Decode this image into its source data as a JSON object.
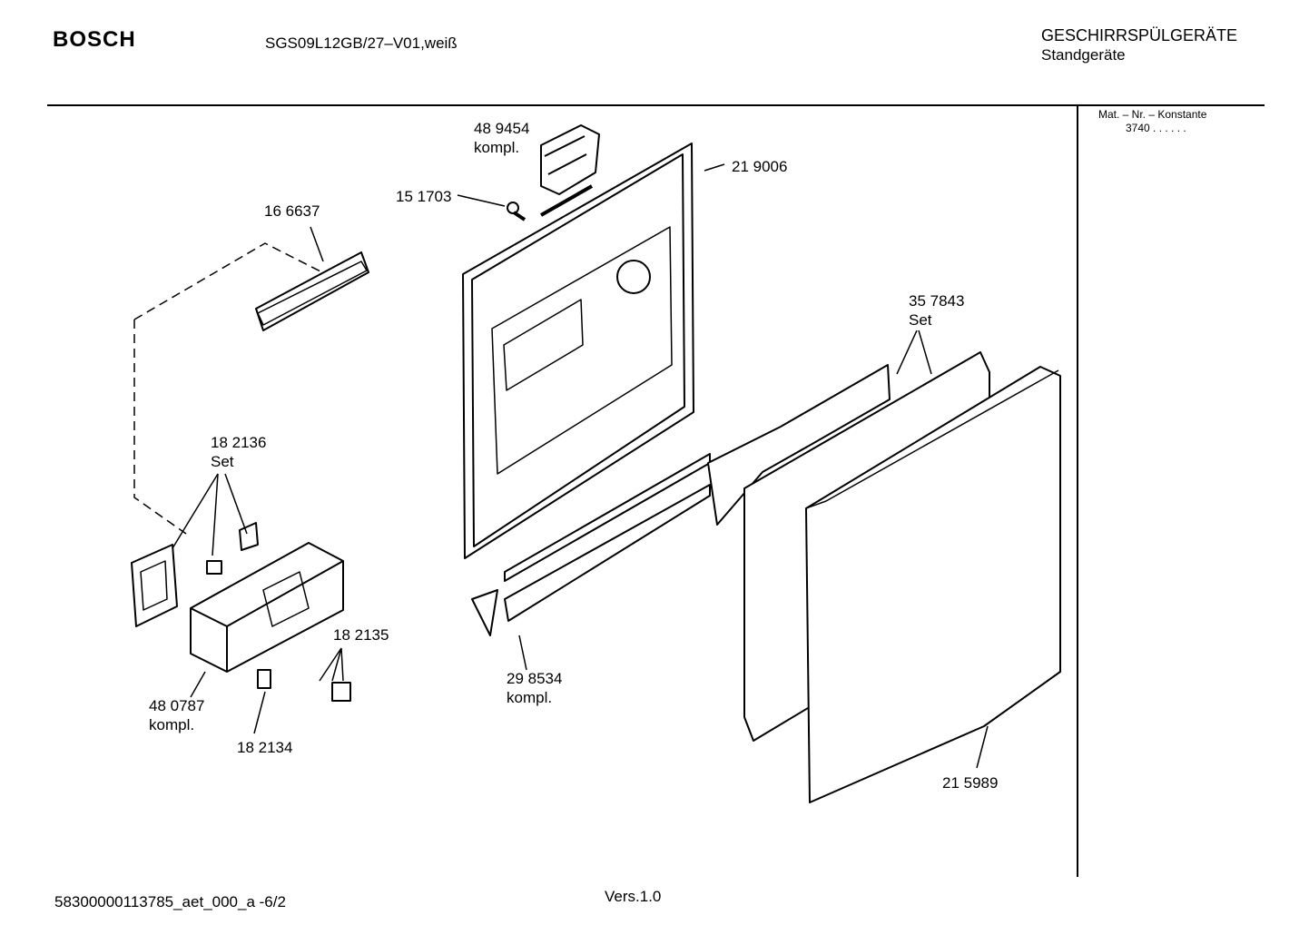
{
  "header": {
    "brand": "BOSCH",
    "model": "SGS09L12GB/27–V01,weiß",
    "category": "GESCHIRRSPÜLGERÄTE",
    "subcategory": "Standgeräte"
  },
  "side_panel": {
    "mat_nr_label": "Mat. – Nr. – Konstante",
    "mat_nr_value": "3740  .  .  .  .  .  ."
  },
  "parts": [
    {
      "number": "48 9454",
      "note": "kompl."
    },
    {
      "number": "21 9006",
      "note": ""
    },
    {
      "number": "15 1703",
      "note": ""
    },
    {
      "number": "16 6637",
      "note": ""
    },
    {
      "number": "35 7843",
      "note": "Set"
    },
    {
      "number": "18 2136",
      "note": "Set"
    },
    {
      "number": "18 2135",
      "note": ""
    },
    {
      "number": "29 8534",
      "note": "kompl."
    },
    {
      "number": "48 0787",
      "note": "kompl."
    },
    {
      "number": "18 2134",
      "note": ""
    },
    {
      "number": "21 5989",
      "note": ""
    }
  ],
  "footer": {
    "doc_code": "58300000113785_aet_000_a   -6/2",
    "version": "Vers.1.0"
  }
}
